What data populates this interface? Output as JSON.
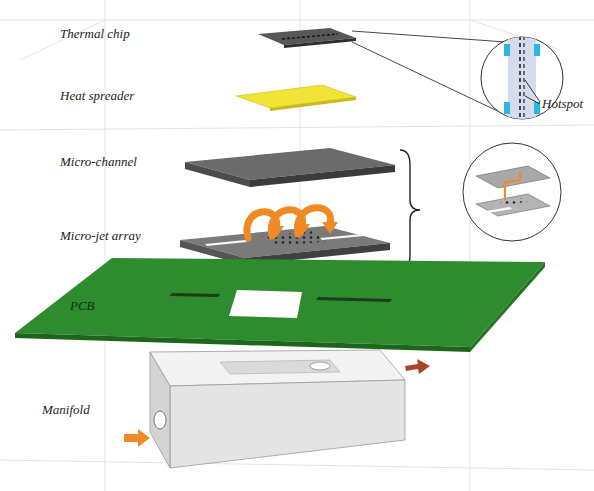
{
  "diagram": {
    "labels": [
      "Thermal chip",
      "Hotspot",
      "Heat spreader",
      "Micro-channel",
      "Micro-jet array",
      "PCB",
      "Manifold"
    ]
  }
}
